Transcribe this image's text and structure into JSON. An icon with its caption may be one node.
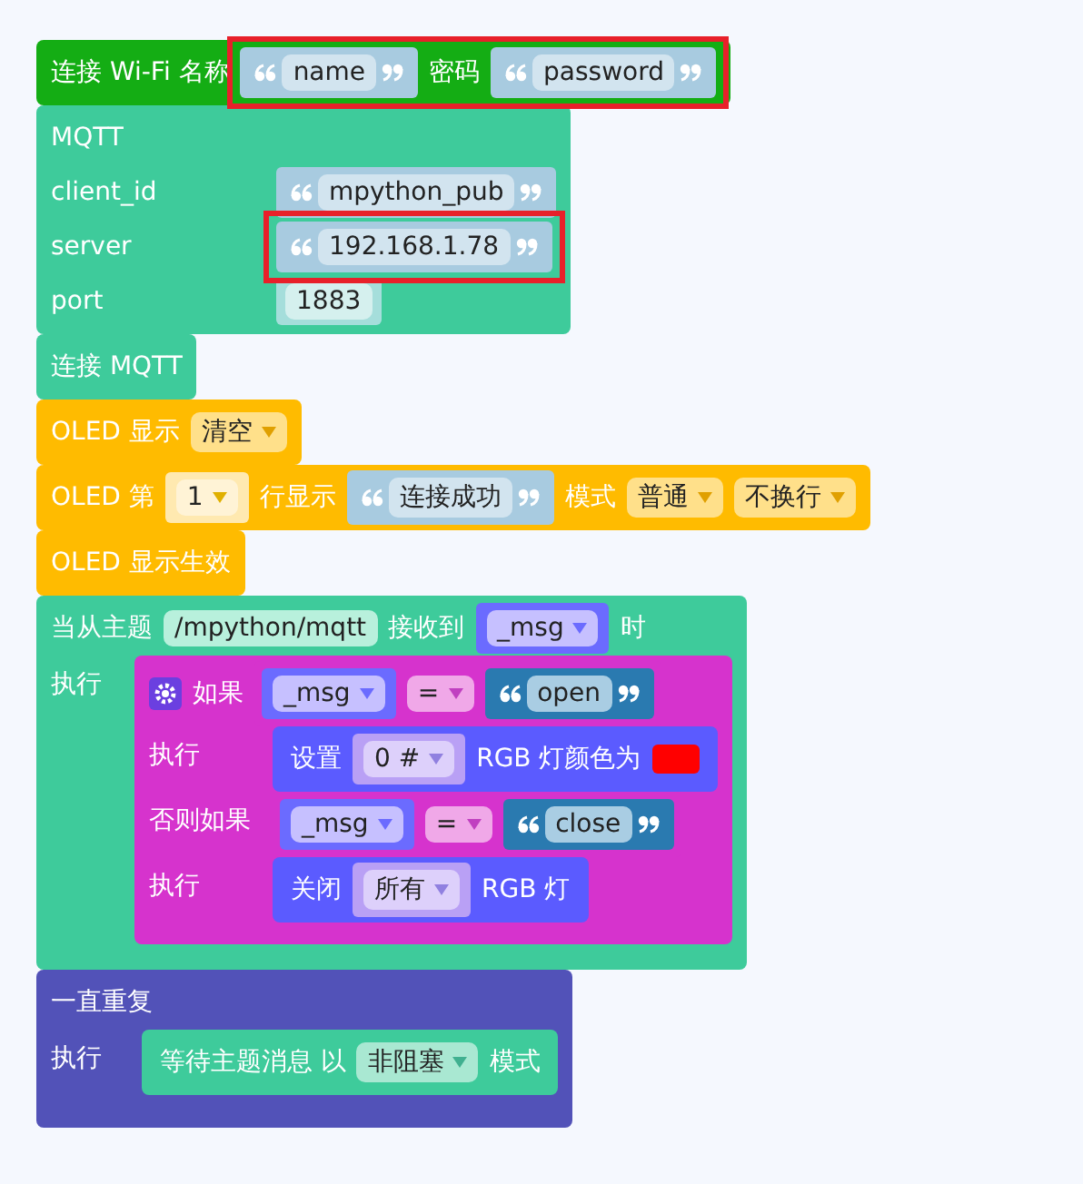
{
  "diagram": {
    "nodes": [
      {
        "text": [
          "连接 Wi-Fi 名称",
          "密码"
        ]
      },
      {
        "text": [
          "name"
        ],
        "in": 0
      },
      {
        "text": [
          "password"
        ],
        "in": 0
      },
      {
        "text": [
          "MQTT",
          "client_id",
          "server",
          "port"
        ]
      },
      {
        "text": [
          "mpython_pub"
        ],
        "in": 3
      },
      {
        "text": [
          "192.168.1.78"
        ],
        "in": 3
      },
      {
        "text": [
          "1883"
        ],
        "in": 3
      },
      {
        "text": [
          "连接 MQTT"
        ]
      },
      {
        "text": [
          "OLED 显示"
        ]
      },
      {
        "text": [
          "清空"
        ],
        "in": 8
      },
      {
        "text": [
          "OLED 第",
          "行显示",
          "模式"
        ]
      },
      {
        "text": [
          "1"
        ],
        "in": 10
      },
      {
        "text": [
          "连接成功"
        ],
        "in": 10
      },
      {
        "text": [
          "普通"
        ],
        "in": 10
      },
      {
        "text": [
          "不换行"
        ],
        "in": 10
      },
      {
        "text": [
          "OLED 显示生效"
        ]
      },
      {
        "text": [
          "当从主题",
          "接收到",
          "时",
          "执行"
        ]
      },
      {
        "text": [
          "/mpython/mqtt"
        ],
        "in": 16
      },
      {
        "text": [
          "_msg"
        ],
        "in": 16
      },
      {
        "text": [
          "如果",
          "执行",
          "否则如果",
          "执行"
        ],
        "in": 16
      },
      {
        "text": [],
        "shape": "box",
        "in": 19
      },
      {
        "text": [
          "_msg"
        ],
        "in": 20
      },
      {
        "text": [
          "="
        ],
        "in": 20
      },
      {
        "text": [
          "open"
        ],
        "in": 20
      },
      {
        "text": [
          "设置",
          "RGB 灯颜色为"
        ],
        "in": 19
      },
      {
        "text": [
          "0 #"
        ],
        "in": 24
      },
      {
        "text": [],
        "shape": "box",
        "in": 24
      },
      {
        "text": [],
        "shape": "box",
        "in": 19
      },
      {
        "text": [
          "_msg"
        ],
        "in": 27
      },
      {
        "text": [
          "="
        ],
        "in": 27
      },
      {
        "text": [
          "close"
        ],
        "in": 27
      },
      {
        "text": [
          "关闭",
          "RGB 灯"
        ],
        "in": 19
      },
      {
        "text": [
          "所有"
        ],
        "in": 31
      },
      {
        "text": [
          "一直重复",
          "执行"
        ]
      },
      {
        "text": [
          "等待主题消息 以",
          "模式"
        ],
        "in": 33
      },
      {
        "text": [
          "非阻塞"
        ],
        "in": 34
      }
    ],
    "edges": []
  }
}
